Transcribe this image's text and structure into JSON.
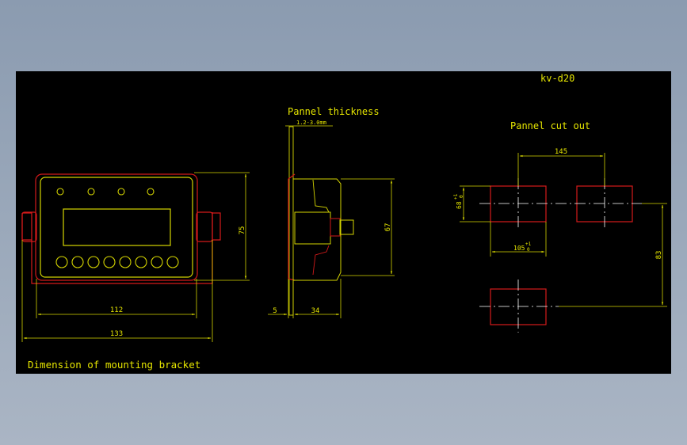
{
  "drawing": {
    "title": "kv-d20",
    "caption_bracket": "Dimension of mounting bracket",
    "caption_panel_thickness": "Pannel thickness",
    "panel_thickness_range": "1.2-3.0mm",
    "caption_cutout": "Pannel cut out"
  },
  "dimensions": {
    "front_height": "75",
    "front_inner_width": "112",
    "front_total_width": "133",
    "side_depth_height": "67",
    "side_left": "5",
    "side_body": "34",
    "cutout_pitch_x": "145",
    "cutout_width": "105",
    "cutout_width_tol_upper": "+1",
    "cutout_width_tol_lower": "0",
    "cutout_height": "68",
    "cutout_height_tol_upper": "+1",
    "cutout_height_tol_lower": "0",
    "cutout_pitch_y": "83"
  },
  "colors": {
    "background": "#000000",
    "outline": "#d4d400",
    "bracket": "#d41a1a",
    "dimension": "#d4d400",
    "centerline": "#ffffff",
    "text": "#e6e600"
  }
}
